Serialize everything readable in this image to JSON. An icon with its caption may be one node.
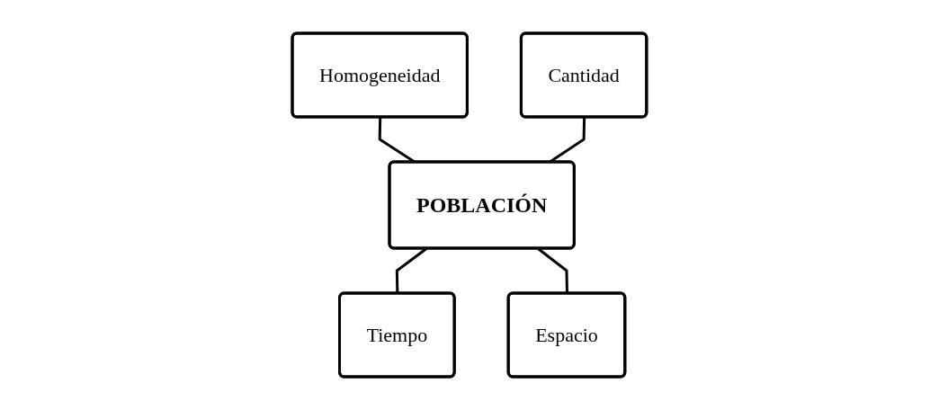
{
  "diagram": {
    "nodes": [
      {
        "text": [
          "Homogeneidad"
        ]
      },
      {
        "text": [
          "Cantidad"
        ]
      },
      {
        "text": [
          "POBLACIÓN"
        ]
      },
      {
        "text": [
          "Tiempo"
        ]
      },
      {
        "text": [
          "Espacio"
        ]
      }
    ],
    "edges": [
      {
        "from": 0,
        "to": 2,
        "arrow": "none"
      },
      {
        "from": 1,
        "to": 2,
        "arrow": "none"
      },
      {
        "from": 2,
        "to": 3,
        "arrow": "none"
      },
      {
        "from": 2,
        "to": 4,
        "arrow": "none"
      }
    ]
  }
}
